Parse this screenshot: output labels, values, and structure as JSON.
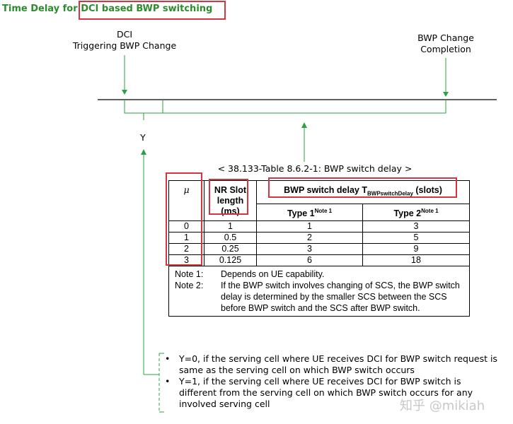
{
  "title": {
    "prefix": "Time Delay for ",
    "highlight": "DCI based BWP switching"
  },
  "timeline": {
    "dci_label_line1": "DCI",
    "dci_label_line2": "Triggering BWP Change",
    "completion_label_line1": "BWP Change",
    "completion_label_line2": "Completion",
    "y_label": "Y"
  },
  "table": {
    "caption": "< 38.133-Table 8.6.2-1: BWP switch delay >",
    "mu_header": "μ",
    "slot_header_line1": "NR Slot",
    "slot_header_line2": "length",
    "slot_header_line3": "(ms)",
    "delay_header_main": "BWP switch delay T",
    "delay_header_sub": "BWPswitchDelay",
    "delay_header_suffix": " (slots)",
    "type1_header": "Type 1",
    "type1_note": "Note 1",
    "type2_header": "Type 2",
    "type2_note": "Note 1",
    "rows": [
      {
        "mu": "0",
        "slot": "1",
        "type1": "1",
        "type2": "3"
      },
      {
        "mu": "1",
        "slot": "0.5",
        "type1": "2",
        "type2": "5"
      },
      {
        "mu": "2",
        "slot": "0.25",
        "type1": "3",
        "type2": "9"
      },
      {
        "mu": "3",
        "slot": "0.125",
        "type1": "6",
        "type2": "18"
      }
    ],
    "note1_key": "Note 1:",
    "note1_text": "Depends on UE capability.",
    "note2_key": "Note 2:",
    "note2_text": "If the BWP switch involves changing of SCS, the BWP switch delay is determined by the smaller SCS between the SCS before BWP switch and the SCS after BWP switch."
  },
  "bullets": [
    "Y=0, if the serving cell where UE receives DCI for BWP switch request is same as the serving cell on which BWP switch occurs",
    "Y=1, if the serving cell where UE receives DCI for BWP switch is different from the serving cell on which BWP switch occurs for any involved serving cell"
  ],
  "bullet_symbol": "•",
  "watermark": "知乎 @mikiah",
  "colors": {
    "title_green": "#2e8b2e",
    "arrow_green": "#2ea043",
    "highlight_red": "#d3363f"
  }
}
